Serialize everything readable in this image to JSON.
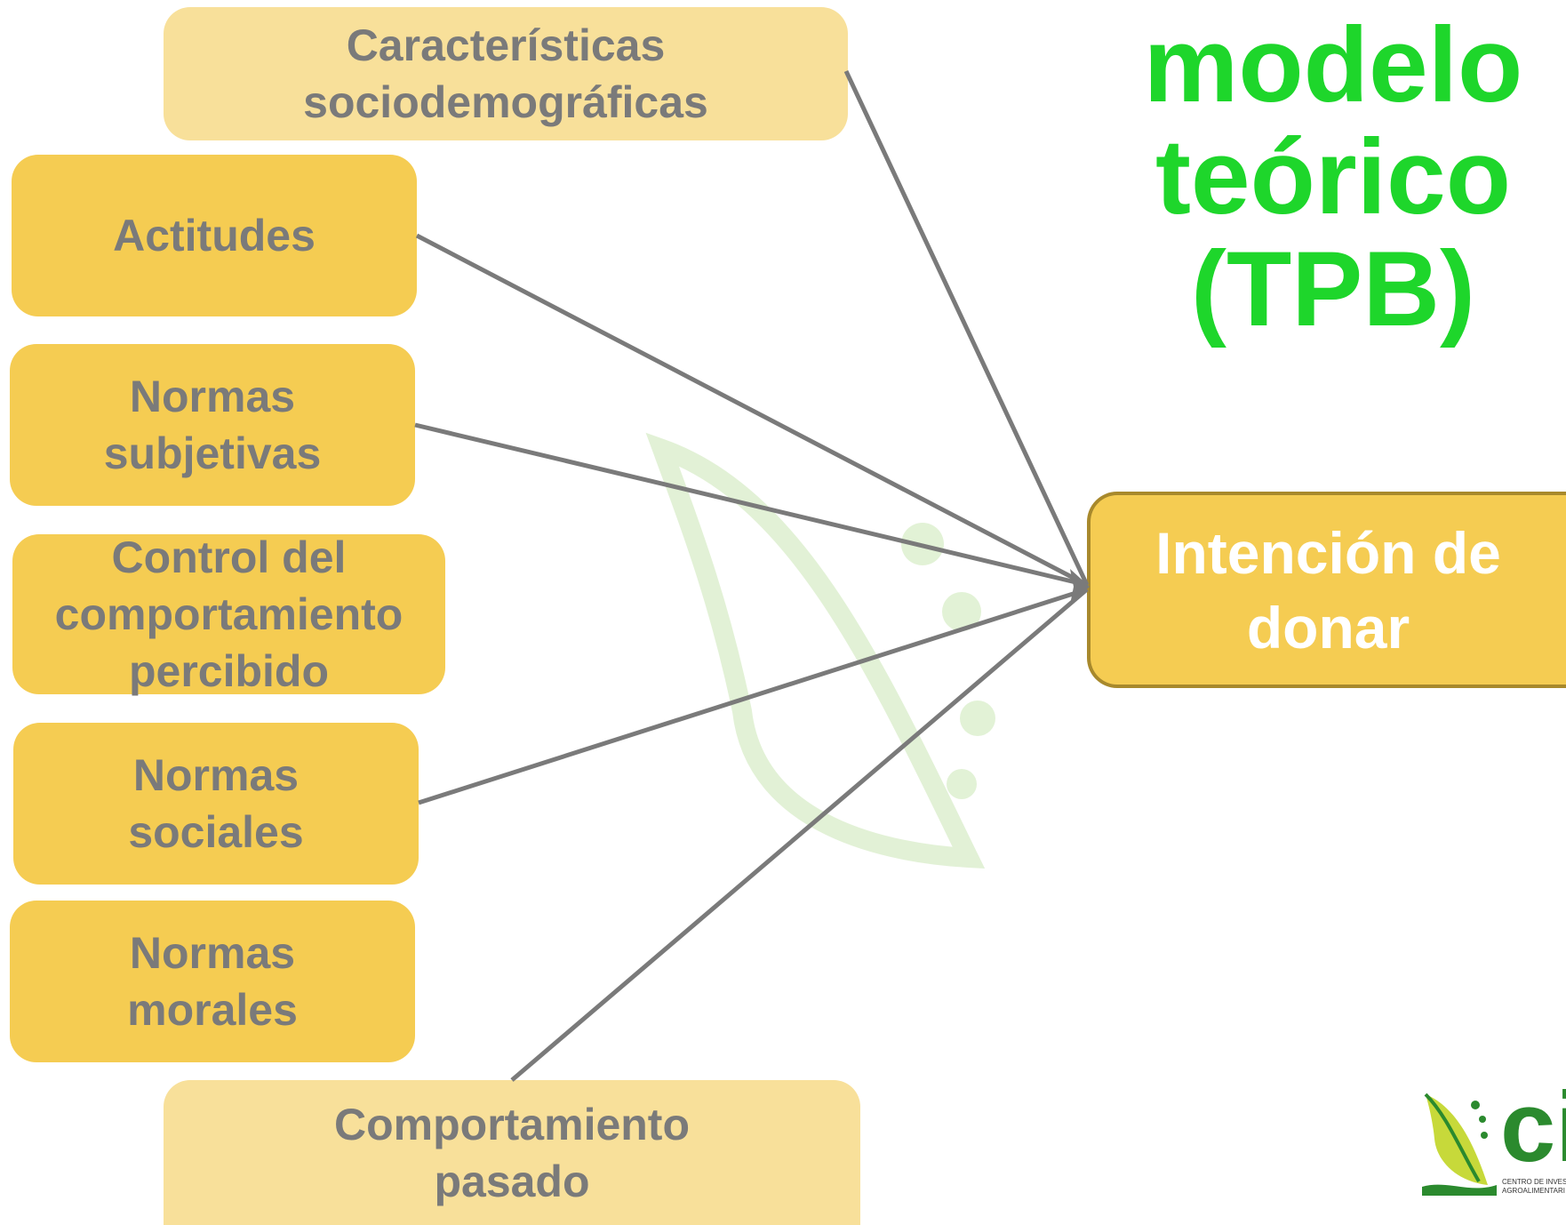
{
  "title": {
    "lines": [
      "modelo",
      "teórico",
      "(TPB)"
    ],
    "color": "#1ed62b"
  },
  "nodes": {
    "sociodemo": {
      "lines": [
        "Características",
        "sociodemográficas"
      ]
    },
    "actitudes": {
      "lines": [
        "Actitudes"
      ]
    },
    "normas_subjetivas": {
      "lines": [
        "Normas",
        "subjetivas"
      ]
    },
    "control": {
      "lines": [
        "Control del",
        "comportamiento",
        "percibido"
      ]
    },
    "normas_sociales": {
      "lines": [
        "Normas",
        "sociales"
      ]
    },
    "normas_morales": {
      "lines": [
        "Normas",
        "morales"
      ]
    },
    "comportamiento_pasado": {
      "lines": [
        "Comportamiento",
        "pasado"
      ]
    },
    "intencion": {
      "lines": [
        "Intención de",
        "donar"
      ]
    }
  },
  "edges": [
    {
      "from": "sociodemo",
      "to": "intencion"
    },
    {
      "from": "actitudes",
      "to": "intencion"
    },
    {
      "from": "normas_subjetivas",
      "to": "intencion"
    },
    {
      "from": "normas_sociales",
      "to": "intencion"
    },
    {
      "from": "comportamiento_pasado",
      "to": "intencion"
    }
  ],
  "colors": {
    "box_dark": "#f5cc52",
    "box_light": "#f8e09a",
    "box_text": "#7a7a7a",
    "target_text": "#ffffff",
    "connector": "#7a7a7a"
  },
  "logo": {
    "text": "ci",
    "subtitle_lines": [
      "CENTRO DE INVEST",
      "AGROALIMENTARI"
    ]
  }
}
